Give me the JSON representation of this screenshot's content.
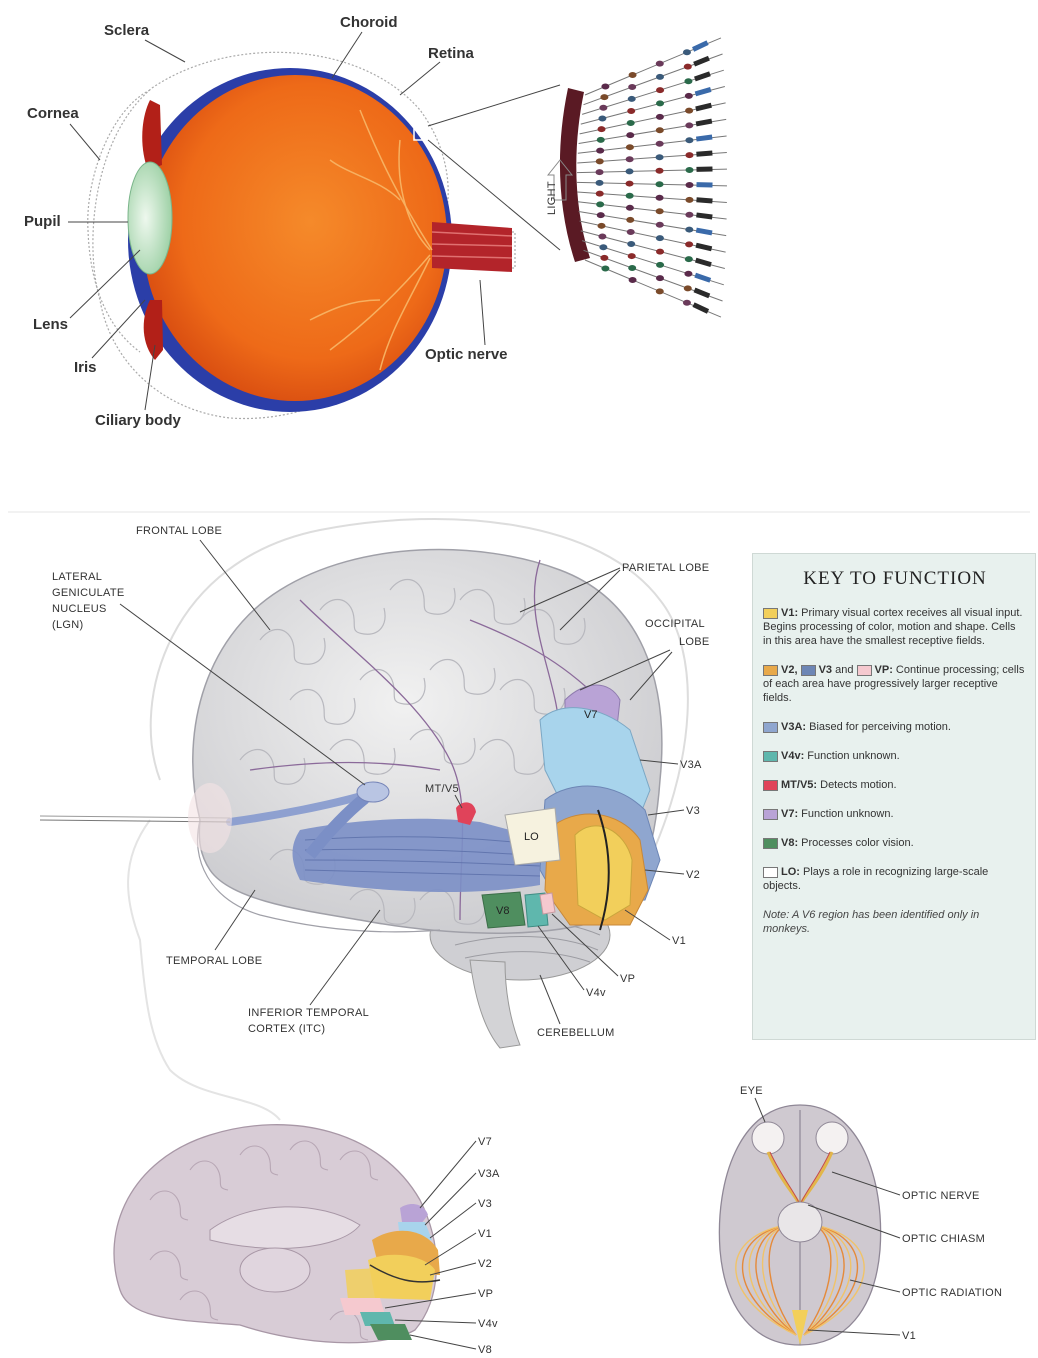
{
  "eye": {
    "labels": {
      "sclera": "Sclera",
      "choroid": "Choroid",
      "retina": "Retina",
      "cornea": "Cornea",
      "pupil": "Pupil",
      "lens": "Lens",
      "iris": "Iris",
      "ciliary_body": "Ciliary body",
      "optic_nerve": "Optic nerve"
    },
    "retina_inset": {
      "light_label": "LIGHT"
    }
  },
  "brain_lateral": {
    "labels": {
      "frontal_lobe": "FRONTAL LOBE",
      "lgn_1": "LATERAL",
      "lgn_2": "GENICULATE",
      "lgn_3": "NUCLEUS",
      "lgn_4": "(LGN)",
      "parietal_lobe": "PARIETAL LOBE",
      "occipital_1": "OCCIPITAL",
      "occipital_2": "LOBE",
      "v3a": "V3A",
      "v3": "V3",
      "v2": "V2",
      "v1": "V1",
      "vp": "VP",
      "v4v": "V4v",
      "cerebellum": "CEREBELLUM",
      "itc_1": "INFERIOR TEMPORAL",
      "itc_2": "CORTEX (ITC)",
      "temporal_lobe": "TEMPORAL LOBE",
      "mt_v5": "MT/V5",
      "lo": "LO",
      "v7": "V7",
      "v8": "V8"
    }
  },
  "key": {
    "title": "KEY TO FUNCTION",
    "entries": [
      {
        "name": "V1:",
        "text": "Primary visual cortex receives all visual input. Begins processing of color, motion and shape. Cells in this area have the smallest receptive fields.",
        "color": "#f2cf5b"
      },
      {
        "name": "V2,",
        "name2": "V3",
        "mid": "and",
        "name3": "VP:",
        "text": "Continue processing; cells of each area have progressively larger receptive fields.",
        "color": "#e8a94a",
        "color2": "#6d86b5",
        "color3": "#f5c9cf"
      },
      {
        "name": "V3A:",
        "text": "Biased for perceiving motion.",
        "color": "#8fa6cf"
      },
      {
        "name": "V4v:",
        "text": "Function unknown.",
        "color": "#5fb7ad"
      },
      {
        "name": "MT/V5:",
        "text": "Detects motion.",
        "color": "#e0435a"
      },
      {
        "name": "V7:",
        "text": "Function unknown.",
        "color": "#b9a3d6"
      },
      {
        "name": "V8:",
        "text": "Processes color vision.",
        "color": "#4f8e5f"
      },
      {
        "name": "LO:",
        "text": "Plays a role in recognizing large-scale objects.",
        "color": "#ffffff"
      }
    ],
    "note": "Note: A V6 region has been identified only in monkeys."
  },
  "brain_medial": {
    "labels": {
      "v7": "V7",
      "v3a": "V3A",
      "v3": "V3",
      "v1": "V1",
      "v2": "V2",
      "vp": "VP",
      "v4v": "V4v",
      "v8": "V8"
    }
  },
  "brain_ventral": {
    "labels": {
      "eye": "EYE",
      "optic_nerve": "OPTIC NERVE",
      "optic_chiasm": "OPTIC CHIASM",
      "optic_radiation": "OPTIC RADIATION",
      "v1": "V1"
    }
  },
  "colors": {
    "eyeball_orange": "#ef6a1c",
    "sclera_blue": "#2b3ea8",
    "brain_gray": "#dcdcdc",
    "key_bg": "#e8f1ee"
  }
}
